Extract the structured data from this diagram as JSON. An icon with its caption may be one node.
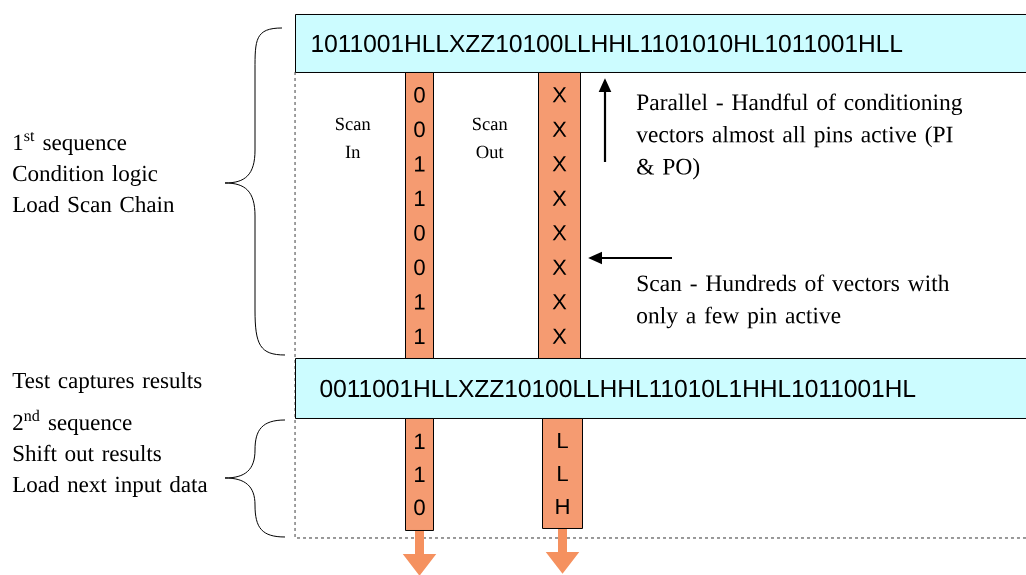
{
  "diagram": {
    "nodes": [
      {
        "text": [
          "1011001HLLXZZ10100LLHHL1101010HL1011001HLL"
        ]
      },
      {
        "text": [
          "0011001HLLXZZ10100LLHHL11010L1HHL1011001HL"
        ]
      },
      {
        "text": [
          "0 0 1 1 0 0 1 1"
        ]
      },
      {
        "text": [
          "X X X X X X X X"
        ]
      },
      {
        "text": [
          "1 1 0"
        ]
      },
      {
        "text": [
          "L L H"
        ]
      }
    ],
    "edges": [
      {
        "from": 4,
        "to": null,
        "arrow": "to"
      },
      {
        "from": 5,
        "to": null,
        "arrow": "to"
      }
    ],
    "labels": [
      "1$^{st}$ sequence",
      "Condition logic",
      "Load Scan Chain",
      "Scan In",
      "Scan Out",
      "Parallel - Handful of conditioning vectors almost all pins active (PI & PO)",
      "Scan - Hundreds of vectors with only a few pin active",
      "Test captures results",
      "2$^{nd}$ sequence",
      "Shift out results",
      "Load next input data"
    ]
  }
}
